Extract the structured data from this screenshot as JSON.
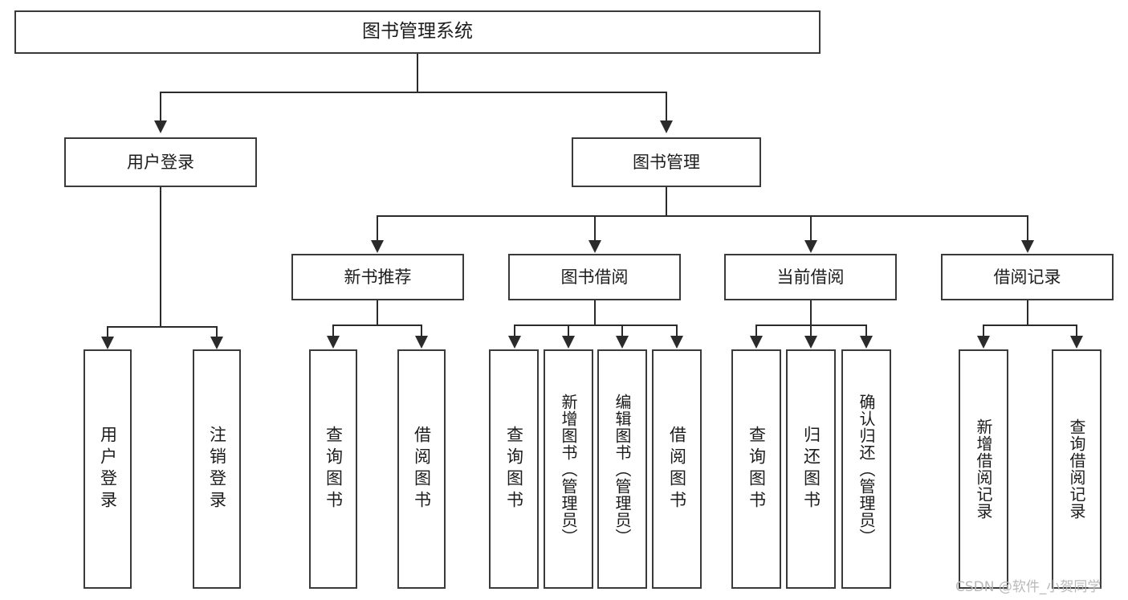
{
  "diagram": {
    "title": "图书管理系统",
    "watermark": "CSDN @软件_小贺同学",
    "nodes": {
      "root": "图书管理系统",
      "user_login": "用户登录",
      "book_manage": "图书管理",
      "new_book_rec": "新书推荐",
      "book_borrow": "图书借阅",
      "current_borrow": "当前借阅",
      "borrow_record": "借阅记录",
      "leaf_user_login": "用户登录",
      "leaf_logout": "注销登录",
      "leaf_query_book_1": "查询图书",
      "leaf_borrow_book_1": "借阅图书",
      "leaf_query_book_2": "查询图书",
      "leaf_add_book_admin": "新增图书（管理员）",
      "leaf_edit_book_admin": "编辑图书（管理员）",
      "leaf_borrow_book_2": "借阅图书",
      "leaf_query_book_3": "查询图书",
      "leaf_return_book": "归还图书",
      "leaf_confirm_return_admin": "确认归还（管理员）",
      "leaf_add_record": "新增借阅记录",
      "leaf_query_record": "查询借阅记录"
    },
    "colors": {
      "box_border": "#3a3a3a",
      "connector": "#2b2b2b",
      "background": "#ffffff",
      "text": "#1c1c1c",
      "watermark": "#b9b9b9"
    }
  }
}
